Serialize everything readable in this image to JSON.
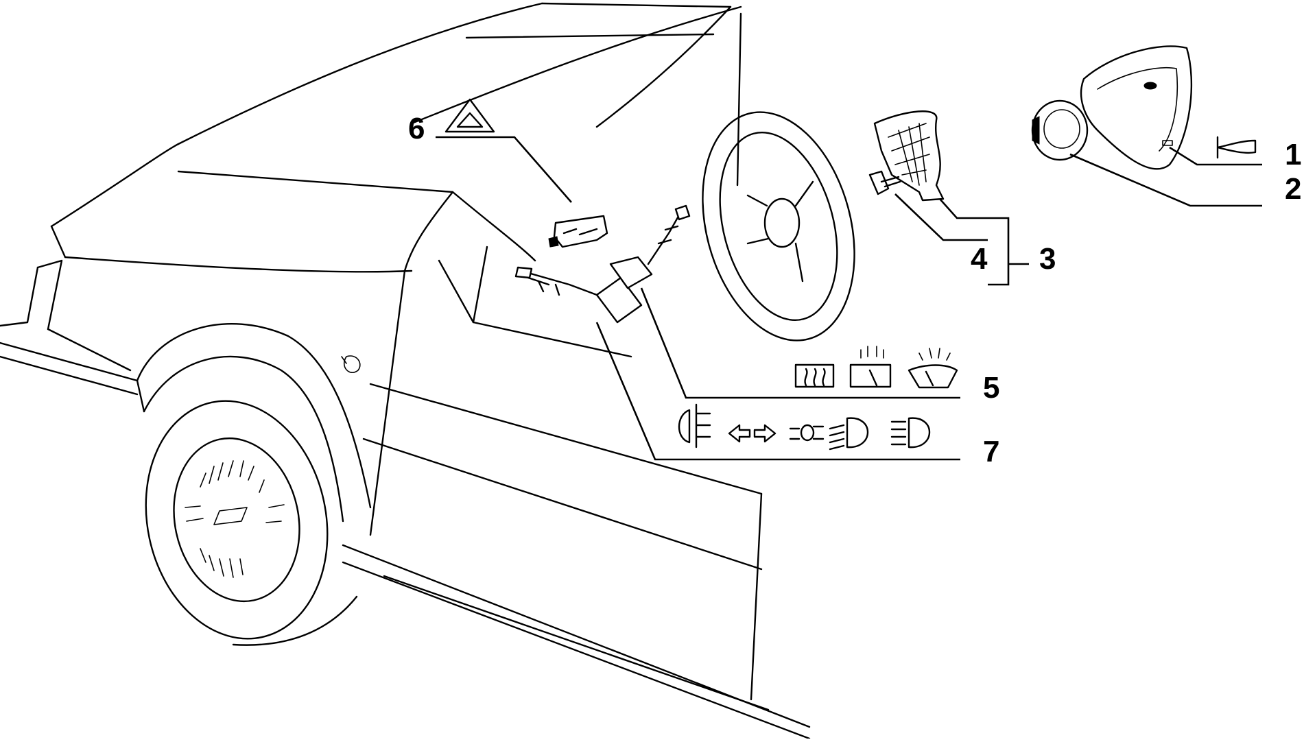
{
  "diagram": {
    "callouts": [
      {
        "id": "1",
        "label": "1"
      },
      {
        "id": "2",
        "label": "2"
      },
      {
        "id": "3",
        "label": "3"
      },
      {
        "id": "4",
        "label": "4"
      },
      {
        "id": "5",
        "label": "5"
      },
      {
        "id": "6",
        "label": "6"
      },
      {
        "id": "7",
        "label": "7"
      }
    ],
    "symbols": {
      "callout_1": [
        "horn-icon"
      ],
      "callout_5": [
        "rear-defrost-icon",
        "rear-wiper-icon",
        "front-wiper-washer-icon"
      ],
      "callout_6": [
        "hazard-warning-icon"
      ],
      "callout_7": [
        "rear-fog-light-icon",
        "turn-left-arrow-icon",
        "turn-right-arrow-icon",
        "side-lights-icon",
        "dipped-beam-icon",
        "main-beam-icon"
      ]
    },
    "colors": {
      "line": "#000000",
      "background": "#ffffff"
    }
  }
}
